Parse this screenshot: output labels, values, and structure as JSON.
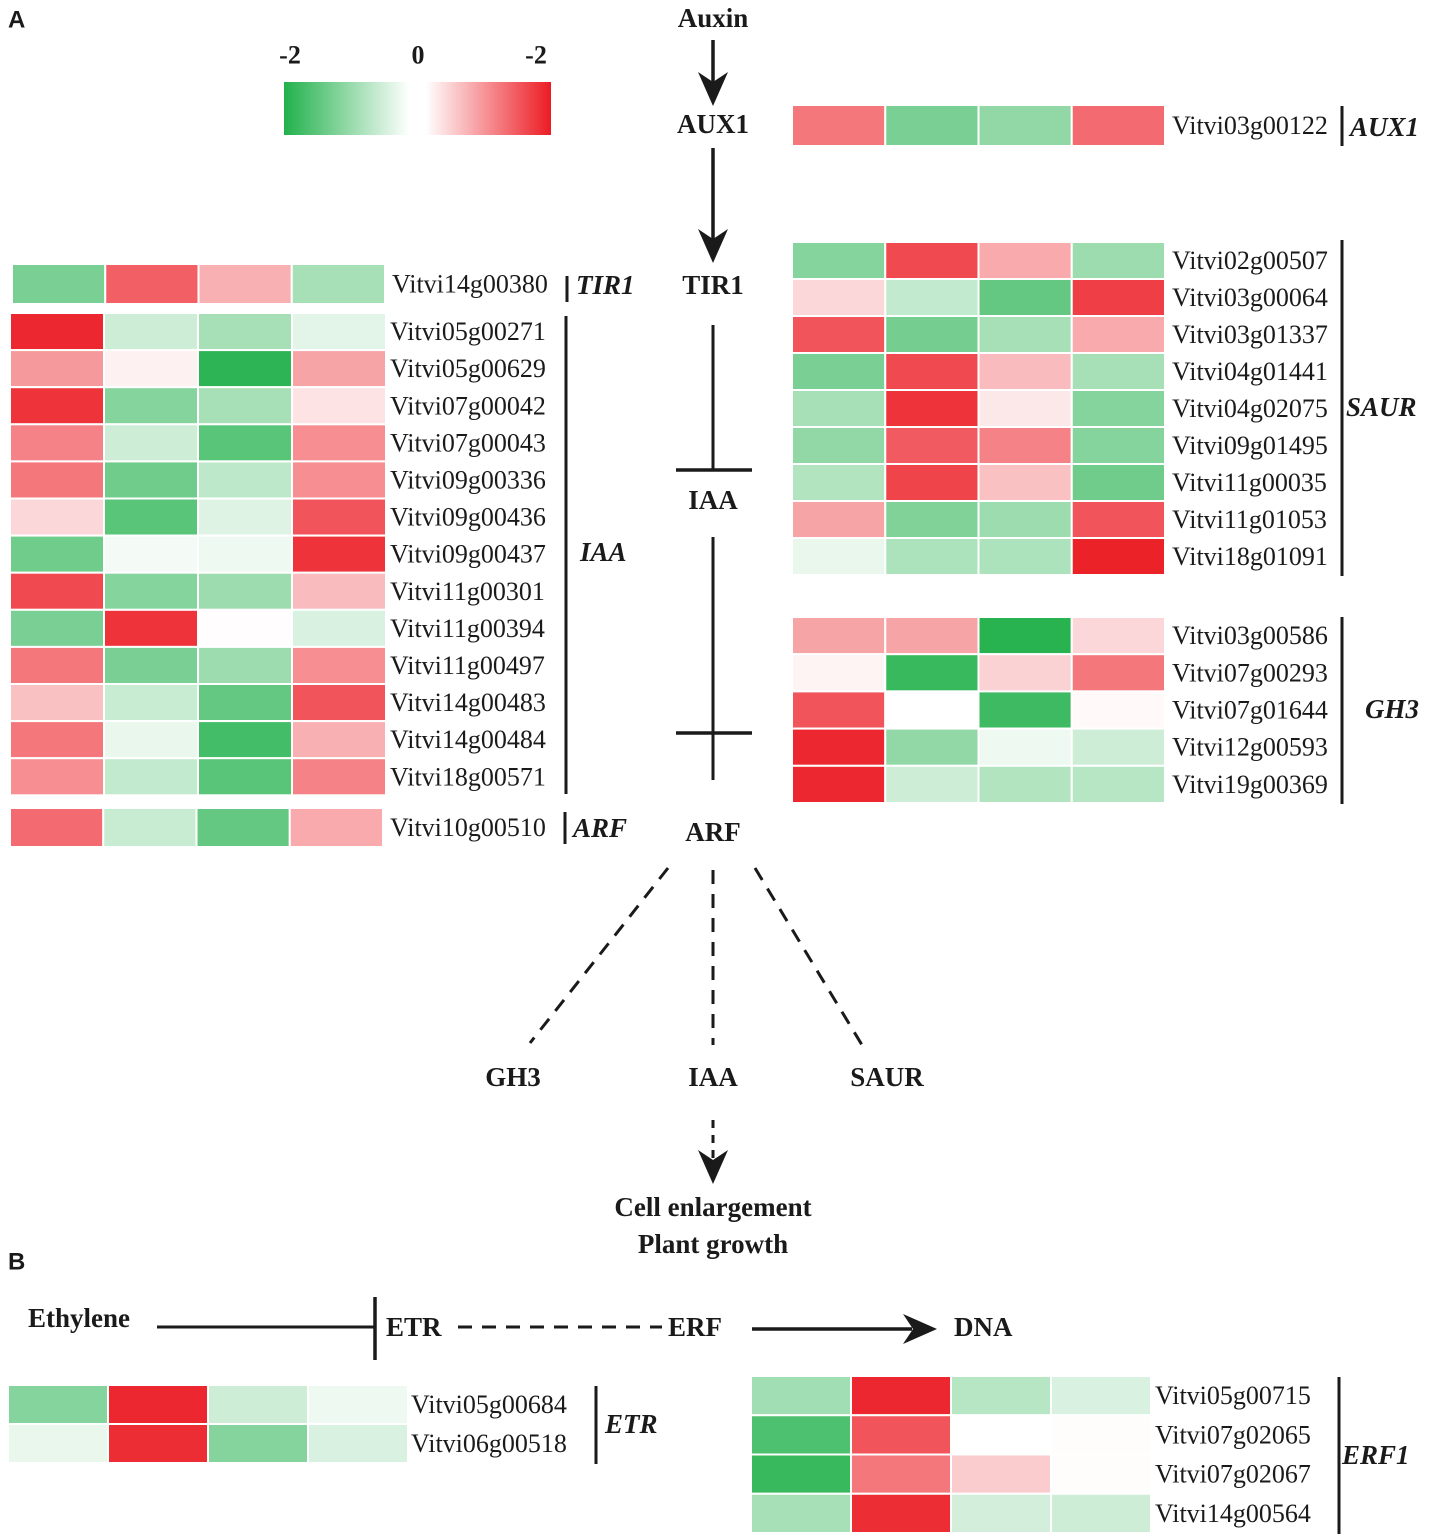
{
  "panels": {
    "a": "A",
    "b": "B"
  },
  "legend": {
    "ticks": [
      "-2",
      "0",
      "-2"
    ],
    "colors": {
      "low": "#22b14c",
      "mid": "#ffffff",
      "high": "#ec1c24"
    }
  },
  "pathway_a": {
    "auxin": "Auxin",
    "aux1": "AUX1",
    "tir1": "TIR1",
    "iaa": "IAA",
    "arf": "ARF",
    "targets": {
      "gh3": "GH3",
      "iaa": "IAA",
      "saur": "SAUR"
    },
    "outcome": [
      "Cell enlargement",
      "Plant growth"
    ]
  },
  "pathway_b": {
    "ethylene": "Ethylene",
    "etr": "ETR",
    "erf": "ERF",
    "dna": "DNA"
  },
  "heatmaps": [
    {
      "id": "aux1",
      "label": "AUX1",
      "rows": [
        {
          "gene": "Vitvi03g00122",
          "values": [
            1.2,
            -1.2,
            -1.0,
            1.3
          ]
        }
      ]
    },
    {
      "id": "saur",
      "label": "SAUR",
      "rows": [
        {
          "gene": "Vitvi02g00507",
          "values": [
            -1.1,
            1.6,
            0.75,
            -0.9
          ]
        },
        {
          "gene": "Vitvi03g00064",
          "values": [
            0.35,
            -0.55,
            -1.4,
            1.7
          ]
        },
        {
          "gene": "Vitvi03g01337",
          "values": [
            1.5,
            -1.25,
            -0.8,
            0.75
          ]
        },
        {
          "gene": "Vitvi04g01441",
          "values": [
            -1.2,
            1.6,
            0.6,
            -0.8
          ]
        },
        {
          "gene": "Vitvi04g02075",
          "values": [
            -0.8,
            1.8,
            0.2,
            -1.1
          ]
        },
        {
          "gene": "Vitvi09g01495",
          "values": [
            -1.0,
            1.45,
            1.1,
            -1.1
          ]
        },
        {
          "gene": "Vitvi11g00035",
          "values": [
            -0.7,
            1.65,
            0.55,
            -1.3
          ]
        },
        {
          "gene": "Vitvi11g01053",
          "values": [
            0.8,
            -1.15,
            -0.9,
            1.5
          ]
        },
        {
          "gene": "Vitvi18g01091",
          "values": [
            -0.2,
            -0.75,
            -0.75,
            1.95
          ]
        }
      ]
    },
    {
      "id": "gh3",
      "label": "GH3",
      "rows": [
        {
          "gene": "Vitvi03g00586",
          "values": [
            0.8,
            0.8,
            -1.95,
            0.35
          ]
        },
        {
          "gene": "Vitvi07g00293",
          "values": [
            0.1,
            -1.8,
            0.4,
            1.2
          ]
        },
        {
          "gene": "Vitvi07g01644",
          "values": [
            1.5,
            0.0,
            -1.75,
            0.05
          ]
        },
        {
          "gene": "Vitvi12g00593",
          "values": [
            1.9,
            -1.0,
            -0.15,
            -0.45
          ]
        },
        {
          "gene": "Vitvi19g00369",
          "values": [
            1.9,
            -0.45,
            -0.7,
            -0.65
          ]
        }
      ]
    },
    {
      "id": "tir1",
      "label": "TIR1",
      "rows": [
        {
          "gene": "Vitvi14g00380",
          "values": [
            -1.2,
            1.4,
            0.7,
            -0.8
          ]
        }
      ]
    },
    {
      "id": "iaa",
      "label": "IAA",
      "rows": [
        {
          "gene": "Vitvi05g00271",
          "values": [
            1.9,
            -0.45,
            -0.8,
            -0.25
          ]
        },
        {
          "gene": "Vitvi05g00629",
          "values": [
            0.9,
            0.12,
            -1.9,
            0.8
          ]
        },
        {
          "gene": "Vitvi07g00042",
          "values": [
            1.8,
            -1.1,
            -0.8,
            0.25
          ]
        },
        {
          "gene": "Vitvi07g00043",
          "values": [
            1.1,
            -0.45,
            -1.5,
            1.0
          ]
        },
        {
          "gene": "Vitvi09g00336",
          "values": [
            1.2,
            -1.3,
            -0.6,
            1.0
          ]
        },
        {
          "gene": "Vitvi09g00436",
          "values": [
            0.35,
            -1.5,
            -0.3,
            1.5
          ]
        },
        {
          "gene": "Vitvi09g00437",
          "values": [
            -1.3,
            -0.1,
            -0.15,
            1.8
          ]
        },
        {
          "gene": "Vitvi11g00301",
          "values": [
            1.6,
            -1.1,
            -0.9,
            0.6
          ]
        },
        {
          "gene": "Vitvi11g00394",
          "values": [
            -1.2,
            1.8,
            0.02,
            -0.35
          ]
        },
        {
          "gene": "Vitvi11g00497",
          "values": [
            1.2,
            -1.2,
            -0.9,
            1.0
          ]
        },
        {
          "gene": "Vitvi14g00483",
          "values": [
            0.55,
            -0.5,
            -1.4,
            1.5
          ]
        },
        {
          "gene": "Vitvi14g00484",
          "values": [
            1.2,
            -0.2,
            -1.7,
            0.7
          ]
        },
        {
          "gene": "Vitvi18g00571",
          "values": [
            1.0,
            -0.55,
            -1.5,
            1.1
          ]
        }
      ]
    },
    {
      "id": "arf",
      "label": "ARF",
      "rows": [
        {
          "gene": "Vitvi10g00510",
          "values": [
            1.3,
            -0.5,
            -1.4,
            0.75
          ]
        }
      ]
    },
    {
      "id": "etr",
      "label": "ETR",
      "rows": [
        {
          "gene": "Vitvi05g00684",
          "values": [
            -1.1,
            1.9,
            -0.45,
            -0.15
          ]
        },
        {
          "gene": "Vitvi06g00518",
          "values": [
            -0.2,
            1.85,
            -1.1,
            -0.35
          ]
        }
      ]
    },
    {
      "id": "erf1",
      "label": "ERF1",
      "rows": [
        {
          "gene": "Vitvi05g00715",
          "values": [
            -0.85,
            1.9,
            -0.65,
            -0.35
          ]
        },
        {
          "gene": "Vitvi07g02065",
          "values": [
            -1.6,
            1.5,
            0.0,
            0.03
          ]
        },
        {
          "gene": "Vitvi07g02067",
          "values": [
            -1.8,
            1.2,
            0.45,
            0.03
          ]
        },
        {
          "gene": "Vitvi14g00564",
          "values": [
            -0.8,
            1.85,
            -0.4,
            -0.45
          ]
        }
      ]
    }
  ]
}
